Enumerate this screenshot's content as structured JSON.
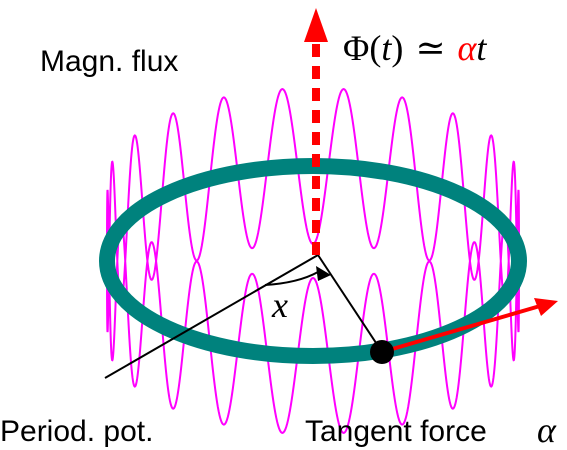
{
  "labels": {
    "magnetic_flux": "Magn. flux",
    "flux_equation": {
      "lhs": "Φ(",
      "t1": "t",
      "close": ")",
      "relation": "≃",
      "alpha": "α",
      "t2": "t"
    },
    "angle": "x",
    "periodic_potential": "Period. pot.",
    "tangent_force": "Tangent force",
    "tangent_force_symbol": "α"
  },
  "colors": {
    "ring": "#00827d",
    "wave": "#ff00ff",
    "flux_arrow": "#ff0000",
    "force_arrow": "#ff0000",
    "particle": "#000000",
    "axes": "#000000",
    "alpha": "#ff0000"
  },
  "wave": {
    "oscillations": 21
  }
}
